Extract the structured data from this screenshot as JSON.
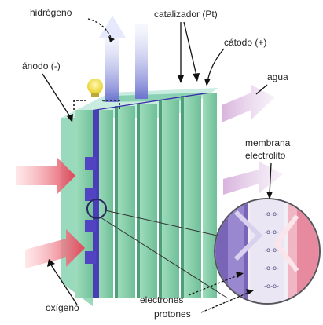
{
  "labels": {
    "hydrogen": "hidrógeno",
    "catalyst": "catalizador (Pt)",
    "cathode": "cátodo (+)",
    "anode": "ánodo (-)",
    "water": "agua",
    "membrane_line1": "membrana",
    "membrane_line2": "electrolito",
    "oxygen": "oxígeno",
    "electrons": "electrones",
    "protons": "protones"
  },
  "colors": {
    "cell_green": "#8ed3b1",
    "cell_green_dark": "#5fb48e",
    "membrane_blue": "#4a3db8",
    "hydrogen_arrow": "#7f86d6",
    "oxygen_arrow": "#e56f7a",
    "water_arrow": "#c8a8d8",
    "bulb": "#f3e14a"
  },
  "icons": {
    "bulb": "light-bulb-icon",
    "magnifier": "magnifier-circle"
  }
}
